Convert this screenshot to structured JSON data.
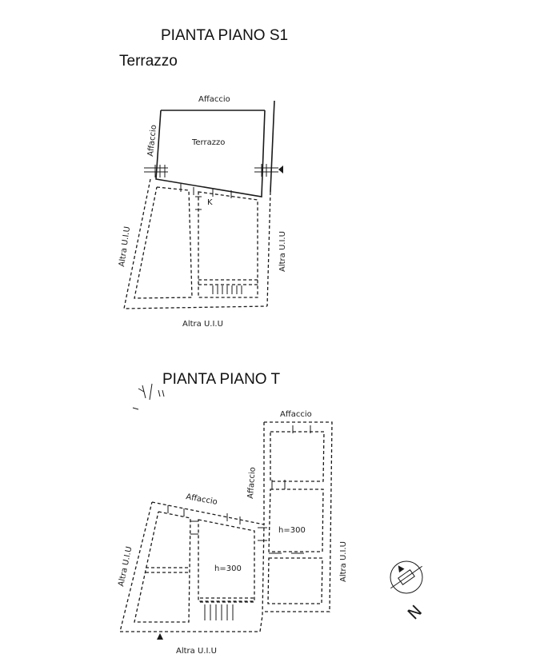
{
  "sheet": {
    "upper": {
      "title": "PIANTA PIANO S1",
      "subtitle": "Terrazzo",
      "labels": {
        "affaccio_top": "Affaccio",
        "affaccio_left": "Affaccio",
        "terrazzo": "Terrazzo",
        "k": "K",
        "altra_left": "Altra U.I.U",
        "altra_right": "Altra U.I.U",
        "altra_bottom": "Altra U.I.U"
      }
    },
    "lower": {
      "title": "PIANTA PIANO T",
      "labels": {
        "affaccio_top": "Affaccio",
        "affaccio_vertical": "Affaccio",
        "affaccio_diag": "Affaccio",
        "h_left": "h=300",
        "h_right": "h=300",
        "altra_left": "Altra U.I.U",
        "altra_right": "Altra U.I.U",
        "altra_bottom": "Altra U.I.U"
      }
    },
    "north": {
      "label": "N",
      "icon": "compass-north-icon"
    }
  }
}
